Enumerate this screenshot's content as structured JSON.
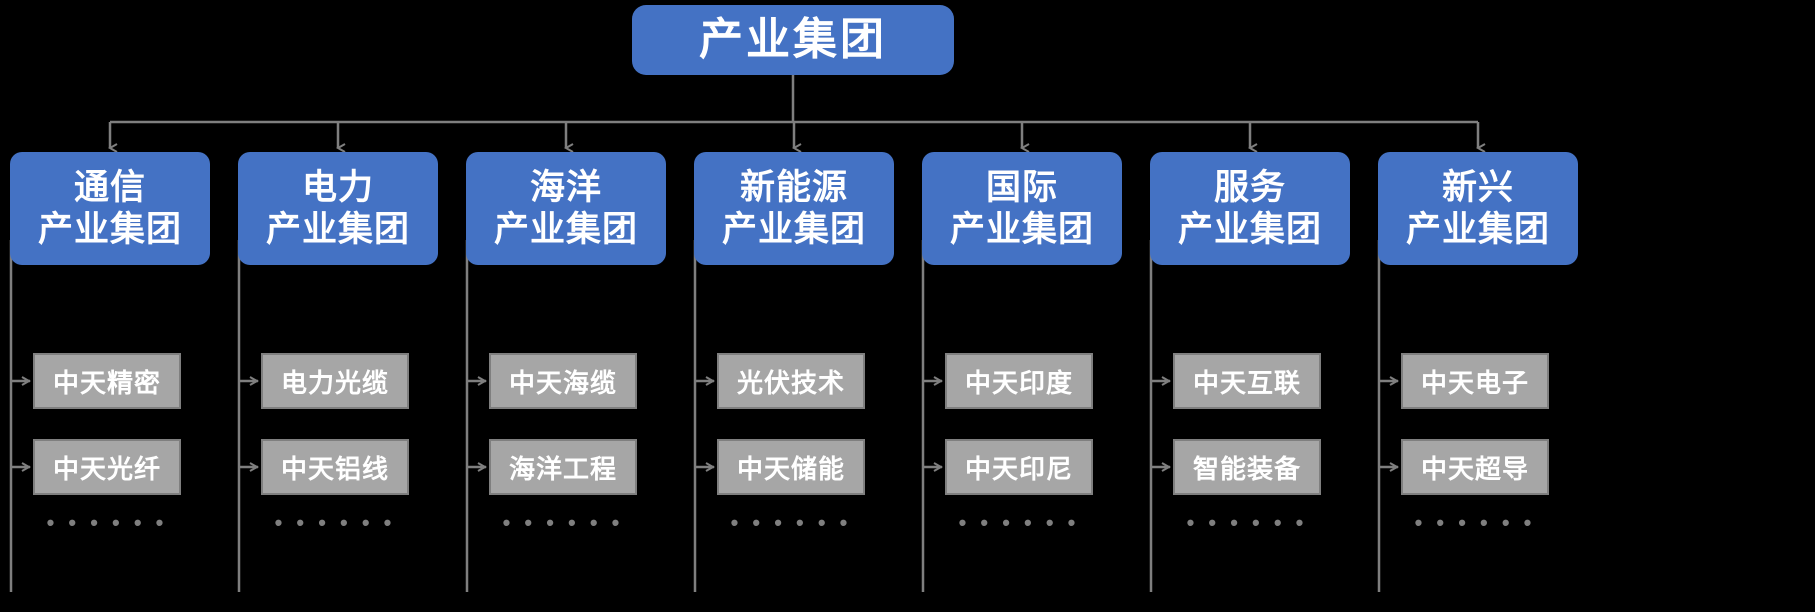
{
  "diagram": {
    "type": "org-chart",
    "background_color": "#000000",
    "node_blue_color": "#4472c4",
    "node_gray_color": "#a6a6a6",
    "node_gray_border_color": "#7f7f7f",
    "connector_color": "#7f7f7f",
    "text_color": "#ffffff",
    "root": {
      "label": "产业集团"
    },
    "divisions": [
      {
        "line1": "通信",
        "line2": "产业集团",
        "subsidiaries": [
          "中天精密",
          "中天光纤"
        ],
        "more": "• • • • • •"
      },
      {
        "line1": "电力",
        "line2": "产业集团",
        "subsidiaries": [
          "电力光缆",
          "中天铝线"
        ],
        "more": "• • • • • •"
      },
      {
        "line1": "海洋",
        "line2": "产业集团",
        "subsidiaries": [
          "中天海缆",
          "海洋工程"
        ],
        "more": "• • • • • •"
      },
      {
        "line1": "新能源",
        "line2": "产业集团",
        "subsidiaries": [
          "光伏技术",
          "中天储能"
        ],
        "more": "• • • • • •"
      },
      {
        "line1": "国际",
        "line2": "产业集团",
        "subsidiaries": [
          "中天印度",
          "中天印尼"
        ],
        "more": "• • • • • •"
      },
      {
        "line1": "服务",
        "line2": "产业集团",
        "subsidiaries": [
          "中天互联",
          "智能装备"
        ],
        "more": "• • • • • •"
      },
      {
        "line1": "新兴",
        "line2": "产业集团",
        "subsidiaries": [
          "中天电子",
          "中天超导"
        ],
        "more": "• • • • • •"
      }
    ]
  }
}
